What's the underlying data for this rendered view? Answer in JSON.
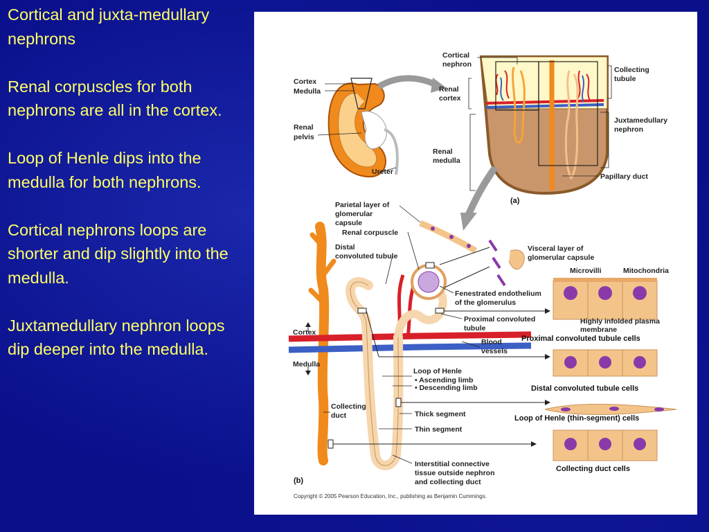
{
  "text": {
    "title": "Cortical and juxta-medullary nephrons",
    "p1": "Renal corpuscles for both nephrons are all in the cortex.",
    "p2": "Loop of Henle dips into the medulla for both nephrons.",
    "p3": "Cortical nephrons loops are shorter and dip slightly into the medulla.",
    "p4": "Juxtamedullary nephron loops dip deeper into the medulla."
  },
  "diagram": {
    "a": {
      "cortex": "Cortex",
      "medulla": "Medulla",
      "renal_pelvis_1": "Renal",
      "renal_pelvis_2": "pelvis",
      "ureter": "Ureter",
      "cortical_nephron_1": "Cortical",
      "cortical_nephron_2": "nephron",
      "renal_cortex_1": "Renal",
      "renal_cortex_2": "cortex",
      "renal_medulla_1": "Renal",
      "renal_medulla_2": "medulla",
      "collecting_tubule_1": "Collecting",
      "collecting_tubule_2": "tubule",
      "juxta_1": "Juxtamedullary",
      "juxta_2": "nephron",
      "papillary_duct": "Papillary duct",
      "panel_label": "(a)"
    },
    "b": {
      "parietal_1": "Parietal layer of",
      "parietal_2": "glomerular",
      "parietal_3": "capsule",
      "renal_corpuscle": "Renal corpuscle",
      "distal_1": "Distal",
      "distal_2": "convoluted tubule",
      "visceral_1": "Visceral layer of",
      "visceral_2": "glomerular capsule",
      "microvilli": "Microvilli",
      "mitochondria": "Mitochondria",
      "fenestrated_1": "Fenestrated endothelium",
      "fenestrated_2": "of the glomerulus",
      "proximal_1": "Proximal convoluted",
      "proximal_2": "tubule",
      "infolded_1": "Highly infolded plasma",
      "infolded_2": "membrane",
      "pct_cells": "Proximal convoluted tubule cells",
      "cortex": "Cortex",
      "medulla": "Medulla",
      "blood_1": "Blood",
      "blood_2": "vessels",
      "loop_henle": "Loop of Henle",
      "ascending": "• Ascending limb",
      "descending": "• Descending limb",
      "dct_cells": "Distal convoluted tubule cells",
      "collecting_1": "Collecting",
      "collecting_2": "duct",
      "thick": "Thick segment",
      "thin": "Thin segment",
      "loop_cells": "Loop of Henle (thin-segment) cells",
      "interstitial_1": "Interstitial connective",
      "interstitial_2": "tissue outside nephron",
      "interstitial_3": "and collecting duct",
      "cd_cells": "Collecting duct cells",
      "panel_label": "(b)"
    },
    "copyright": "Copyright © 2005 Pearson Education, Inc., publishing as Benjamin Cummings."
  },
  "colors": {
    "background": "#0a0f8a",
    "text": "#ffff66",
    "tubule": "#f4a53a",
    "artery": "#d8202a",
    "vein": "#3b5fc4",
    "cell": "#f3c48a",
    "nucleus": "#8a3aa8"
  }
}
